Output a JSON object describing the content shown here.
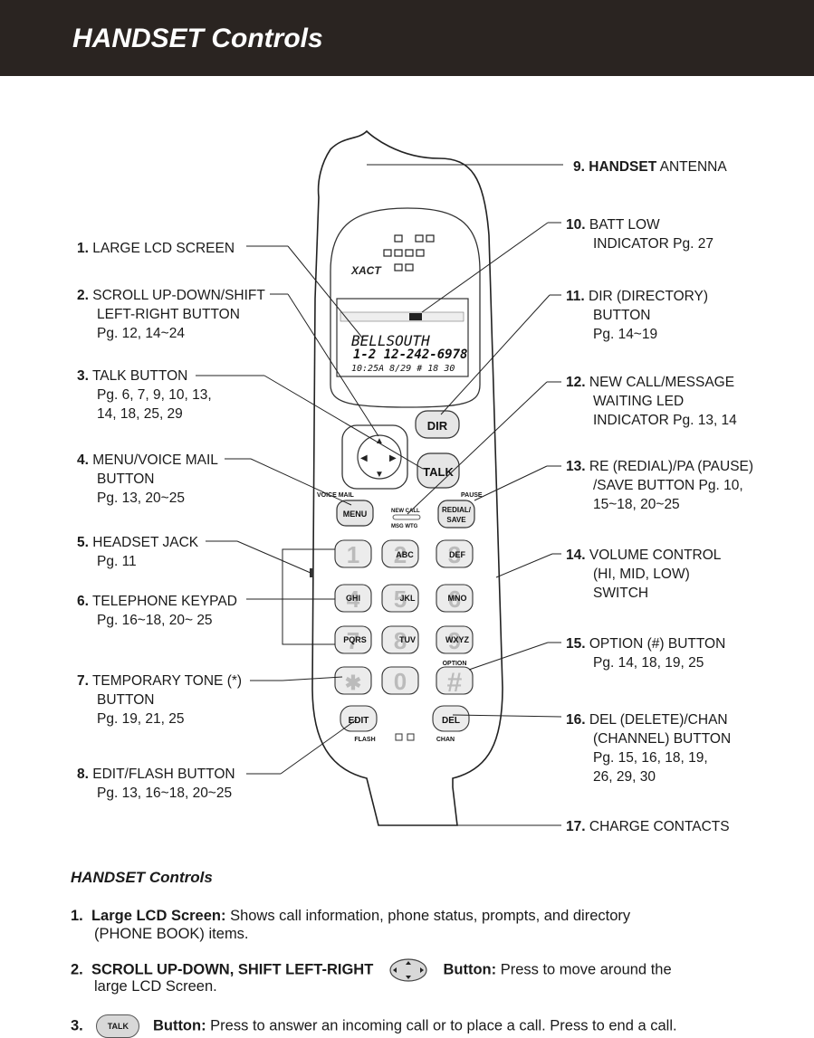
{
  "header": {
    "title": "HANDSET Controls"
  },
  "labels": {
    "l1": {
      "num": "1.",
      "lines": [
        "LARGE LCD SCREEN"
      ]
    },
    "l2": {
      "num": "2.",
      "lines": [
        "SCROLL UP-DOWN/SHIFT",
        "LEFT-RIGHT BUTTON",
        "Pg. 12, 14~24"
      ]
    },
    "l3": {
      "num": "3.",
      "lines": [
        "TALK BUTTON",
        "Pg. 6, 7, 9, 10, 13,",
        "14, 18, 25, 29"
      ]
    },
    "l4": {
      "num": "4.",
      "lines": [
        "MENU/VOICE MAIL",
        "BUTTON",
        "Pg. 13, 20~25"
      ]
    },
    "l5": {
      "num": "5.",
      "lines": [
        "HEADSET JACK",
        "Pg. 11"
      ]
    },
    "l6": {
      "num": "6.",
      "lines": [
        "TELEPHONE KEYPAD",
        "Pg. 16~18, 20~ 25"
      ]
    },
    "l7": {
      "num": "7.",
      "lines": [
        "TEMPORARY TONE (*)",
        "BUTTON",
        "Pg. 19, 21, 25"
      ]
    },
    "l8": {
      "num": "8.",
      "lines": [
        "EDIT/FLASH BUTTON",
        "Pg. 13, 16~18, 20~25"
      ]
    },
    "l9": {
      "num": "9.",
      "bold": "HANDSET",
      "rest": " ANTENNA"
    },
    "l10": {
      "num": "10.",
      "lines": [
        "BATT LOW",
        "INDICATOR  Pg. 27"
      ]
    },
    "l11": {
      "num": "11.",
      "lines": [
        "DIR (DIRECTORY)",
        "BUTTON",
        "Pg. 14~19"
      ]
    },
    "l12": {
      "num": "12.",
      "lines": [
        "NEW CALL/MESSAGE",
        "WAITING LED",
        "INDICATOR  Pg. 13, 14"
      ]
    },
    "l13": {
      "num": "13.",
      "lines": [
        "RE (REDIAL)/PA (PAUSE)",
        "/SAVE BUTTON  Pg. 10,",
        "15~18, 20~25"
      ]
    },
    "l14": {
      "num": "14.",
      "lines": [
        "VOLUME CONTROL",
        "(HI, MID, LOW)",
        "SWITCH"
      ]
    },
    "l15": {
      "num": "15.",
      "lines": [
        "OPTION (#) BUTTON",
        "Pg. 14, 18, 19, 25"
      ]
    },
    "l16": {
      "num": "16.",
      "lines": [
        "DEL (DELETE)/CHAN",
        "(CHANNEL) BUTTON",
        "Pg. 15, 16, 18, 19,",
        "26, 29, 30"
      ]
    },
    "l17": {
      "num": "17.",
      "lines": [
        "CHARGE CONTACTS"
      ]
    }
  },
  "phone": {
    "lcd_line1": "BELLSOUTH",
    "lcd_line2": "1-2 12-242-6978",
    "lcd_status": "10:25A 8/29 # 18 30",
    "brand": "XACT",
    "keys": {
      "dir": "DIR",
      "talk": "TALK",
      "menu": "MENU",
      "voice_mail": "VOICE MAIL",
      "new_call": "NEW CALL",
      "msg_wtg": "MSG WTG",
      "redial": "REDIAL/",
      "save": "SAVE",
      "pause": "PAUSE",
      "k1": "1",
      "k2": "2",
      "k3": "3",
      "abc": "ABC",
      "def": "DEF",
      "k4": "4",
      "k5": "5",
      "k6": "6",
      "ghi": "GHI",
      "jkl": "JKL",
      "mno": "MNO",
      "k7": "7",
      "k8": "8",
      "k9": "9",
      "pqrs": "PQRS",
      "tuv": "TUV",
      "wxyz": "WXYZ",
      "star": "✱",
      "k0": "0",
      "hash": "#",
      "option": "OPTION",
      "edit": "EDIT",
      "flash": "FLASH",
      "del": "DEL",
      "chan": "CHAN"
    }
  },
  "descriptions": {
    "title": "HANDSET Controls",
    "d1": {
      "num": "1.",
      "key": "Large LCD Screen:",
      "text": " Shows call information, phone status, prompts, and directory",
      "text2": "(PHONE BOOK) items."
    },
    "d2": {
      "num": "2.",
      "key": "SCROLL UP-DOWN, SHIFT LEFT-RIGHT",
      "key2": "Button:",
      "text": " Press to move around the",
      "text2": "large LCD Screen."
    },
    "d3": {
      "num": "3.",
      "pill": "TALK",
      "key": "Button:",
      "text": "  Press to answer an incoming call or to place a call. Press to end a call."
    }
  }
}
